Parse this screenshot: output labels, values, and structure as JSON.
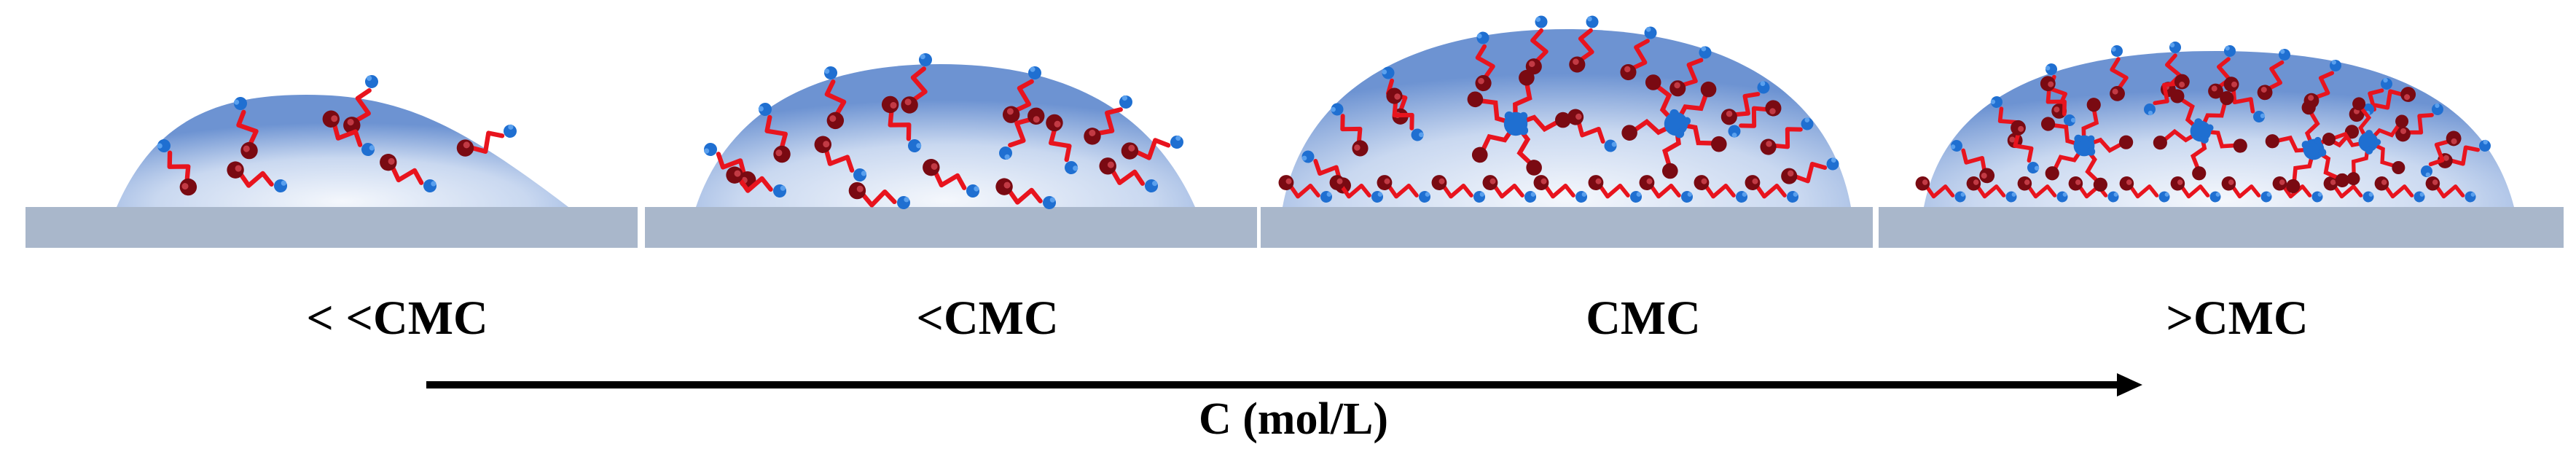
{
  "panels": [
    {
      "label": "< <CMC",
      "surfactant_count": 7,
      "micelle_count": 0
    },
    {
      "label": "<CMC",
      "surfactant_count": 16,
      "micelle_count": 0
    },
    {
      "label": "CMC",
      "surfactant_count": 38,
      "micelle_count": 2
    },
    {
      "label": ">CMC",
      "surfactant_count": 52,
      "micelle_count": 4
    }
  ],
  "axis": {
    "label": "C (mol/L)",
    "direction": "increasing concentration"
  },
  "colors": {
    "substrate": "#a9b7cb",
    "droplet_edge": "#5a82c8",
    "droplet_center": "#f4f7fc",
    "surfactant_tail": "#e8141e",
    "surfactant_head": "#7a0a12",
    "counter_ion": "#1f6fd1",
    "arrow": "#000000"
  },
  "icons": {
    "surfactant": "surfactant-molecule-icon",
    "micelle": "micelle-cluster-icon"
  }
}
